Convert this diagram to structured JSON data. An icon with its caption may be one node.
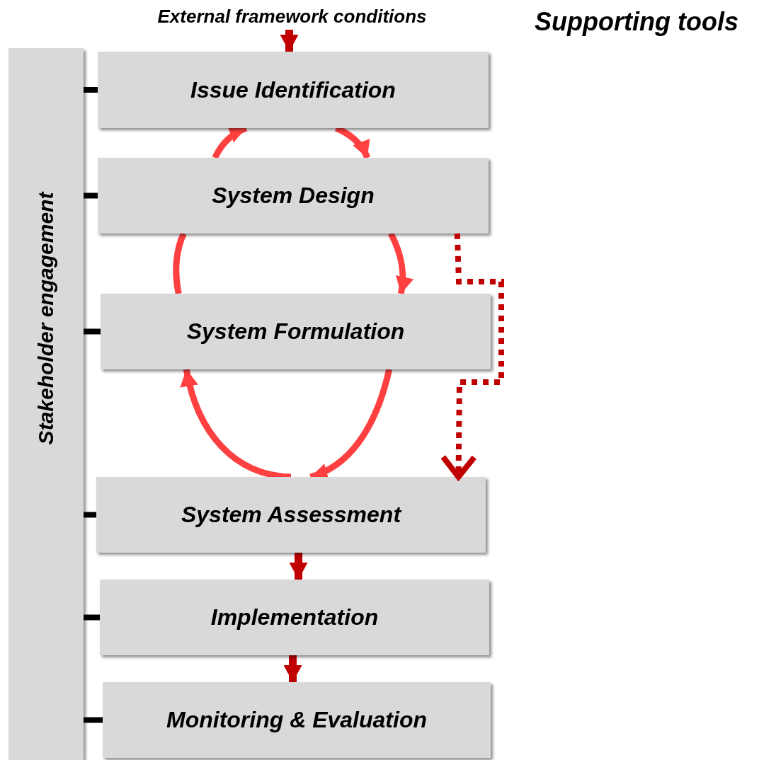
{
  "diagram": {
    "nodes": [
      {
        "text": [
          "External framework conditions"
        ]
      },
      {
        "text": [
          "Stakeholder engagement"
        ]
      },
      {
        "text": [
          "Issue Identification"
        ]
      },
      {
        "text": [
          "System Design"
        ]
      },
      {
        "text": [
          "System Formulation"
        ]
      },
      {
        "text": [
          "System Assessment"
        ]
      },
      {
        "text": [
          "Implementation"
        ]
      },
      {
        "text": [
          "Monitoring & Evaluation"
        ]
      }
    ],
    "edges": [
      {
        "from": 0,
        "to": 2,
        "arrow": "to",
        "color": "#c00000"
      },
      {
        "from": 3,
        "to": 2,
        "arrow": "to",
        "color": "#ff4040"
      },
      {
        "from": 2,
        "to": 3,
        "arrow": "to",
        "color": "#ff4040"
      },
      {
        "from": 3,
        "to": 4,
        "arrow": "to",
        "color": "#ff4040"
      },
      {
        "from": 4,
        "to": 5,
        "arrow": "to",
        "color": "#ff4040"
      },
      {
        "from": 5,
        "to": 4,
        "arrow": "to",
        "color": "#ff4040"
      },
      {
        "from": 4,
        "to": 3,
        "arrow": "none",
        "color": "#ff4040"
      },
      {
        "from": 3,
        "to": 5,
        "arrow": "to",
        "style": "dashed",
        "color": "#c00000"
      },
      {
        "from": 5,
        "to": 6,
        "arrow": "to",
        "color": "#c00000"
      },
      {
        "from": 6,
        "to": 7,
        "arrow": "to",
        "color": "#c00000"
      },
      {
        "from": 1,
        "to": 2,
        "arrow": "none",
        "color": "#000000"
      },
      {
        "from": 1,
        "to": 3,
        "arrow": "none",
        "color": "#000000"
      },
      {
        "from": 1,
        "to": 4,
        "arrow": "none",
        "color": "#000000"
      },
      {
        "from": 1,
        "to": 5,
        "arrow": "none",
        "color": "#000000"
      },
      {
        "from": 1,
        "to": 6,
        "arrow": "none",
        "color": "#000000"
      },
      {
        "from": 1,
        "to": 7,
        "arrow": "none",
        "color": "#000000"
      }
    ],
    "labels": [
      "Supporting tools"
    ]
  }
}
